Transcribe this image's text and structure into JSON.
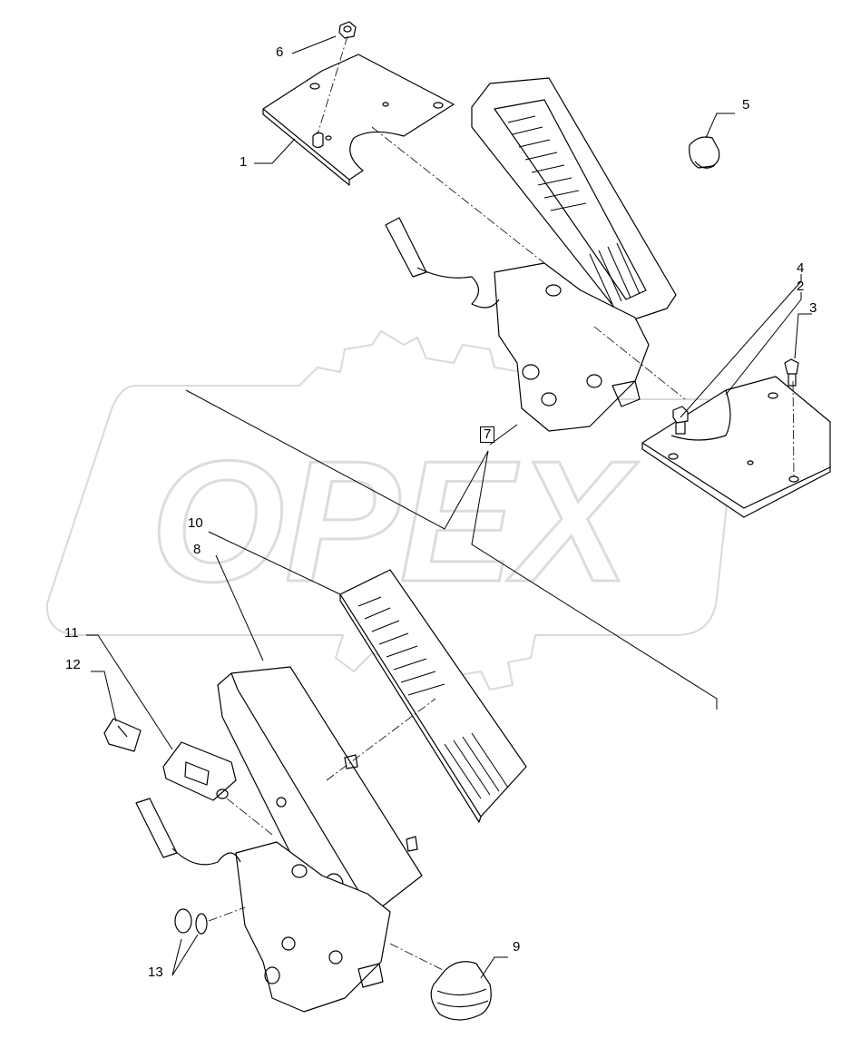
{
  "watermark": {
    "text": "OPEX",
    "color": "#e3e3e3"
  },
  "callouts": {
    "c1": "1",
    "c2": "2",
    "c3": "3",
    "c4": "4",
    "c5": "5",
    "c6": "6",
    "c7": "7",
    "c8": "8",
    "c9": "9",
    "c10": "10",
    "c11": "11",
    "c12": "12",
    "c13": "13"
  }
}
